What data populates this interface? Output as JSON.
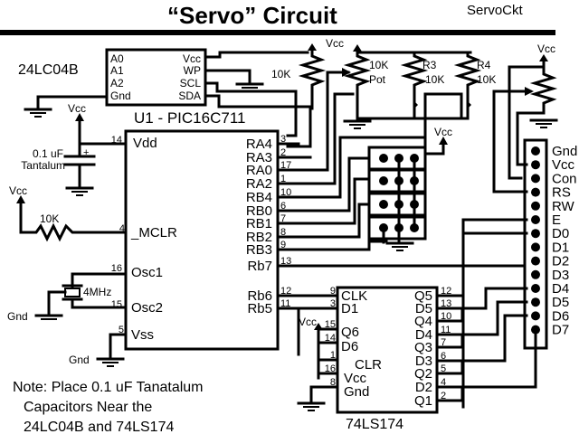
{
  "title": "“Servo” Circuit",
  "file_label": "ServoCkt",
  "eeprom": {
    "name": "24LC04B",
    "left_pins": [
      "A0",
      "A1",
      "A2",
      "Gnd"
    ],
    "right_pins": [
      "Vcc",
      "WP",
      "SCL",
      "SDA"
    ]
  },
  "mcu": {
    "name": "U1 - PIC16C711",
    "left_pins": [
      {
        "num": "14",
        "label": "Vdd"
      },
      {
        "num": "4",
        "label": "_MCLR"
      },
      {
        "num": "16",
        "label": "Osc1"
      },
      {
        "num": "15",
        "label": "Osc2"
      },
      {
        "num": "5",
        "label": "Vss"
      }
    ],
    "right_pins": [
      {
        "num": "3",
        "label": "RA4"
      },
      {
        "num": "2",
        "label": "RA3"
      },
      {
        "num": "17",
        "label": "RA0"
      },
      {
        "num": "1",
        "label": "RA2"
      },
      {
        "num": "10",
        "label": "RB4"
      },
      {
        "num": "6",
        "label": "RB0"
      },
      {
        "num": "7",
        "label": "RB1"
      },
      {
        "num": "8",
        "label": "RB2"
      },
      {
        "num": "9",
        "label": "RB3"
      },
      {
        "num": "13",
        "label": "Rb7"
      },
      {
        "num": "12",
        "label": "Rb6"
      },
      {
        "num": "11",
        "label": "Rb5"
      }
    ]
  },
  "latch": {
    "name": "74LS174",
    "left_pins": [
      {
        "num": "9",
        "label": "CLK"
      },
      {
        "num": "3",
        "label": "D1"
      },
      {
        "num": "15",
        "label": "Q6"
      },
      {
        "num": "14",
        "label": "D6"
      },
      {
        "num": "1",
        "label": "CLR"
      },
      {
        "num": "16",
        "label": "Vcc"
      },
      {
        "num": "8",
        "label": "Gnd"
      }
    ],
    "right_pins": [
      {
        "num": "12",
        "label": "Q5"
      },
      {
        "num": "13",
        "label": "D5"
      },
      {
        "num": "10",
        "label": "Q4"
      },
      {
        "num": "11",
        "label": "D4"
      },
      {
        "num": "7",
        "label": "Q3"
      },
      {
        "num": "6",
        "label": "D3"
      },
      {
        "num": "5",
        "label": "Q2"
      },
      {
        "num": "4",
        "label": "D2"
      },
      {
        "num": "2",
        "label": "Q1"
      }
    ]
  },
  "lcd_header": {
    "pins": [
      "Gnd",
      "Vcc",
      "Con",
      "RS",
      "RW",
      "E",
      "D0",
      "D1",
      "D2",
      "D3",
      "D4",
      "D5",
      "D6",
      "D7"
    ]
  },
  "components": {
    "r_eeprom": "10K",
    "pot": [
      "10K",
      "Pot"
    ],
    "r3": [
      "R3",
      "10K"
    ],
    "r4": [
      "R4",
      "10K"
    ],
    "r_mclr": "10K",
    "cap": [
      "0.1 uF",
      "Tantalum"
    ],
    "cap_plus": "+",
    "crystal": "4MHz"
  },
  "labels": {
    "vcc": "Vcc",
    "gnd": "Gnd"
  },
  "note": [
    "Note: Place 0.1 uF Tanatalum",
    "Capacitors Near the",
    "24LC04B and 74LS174"
  ]
}
